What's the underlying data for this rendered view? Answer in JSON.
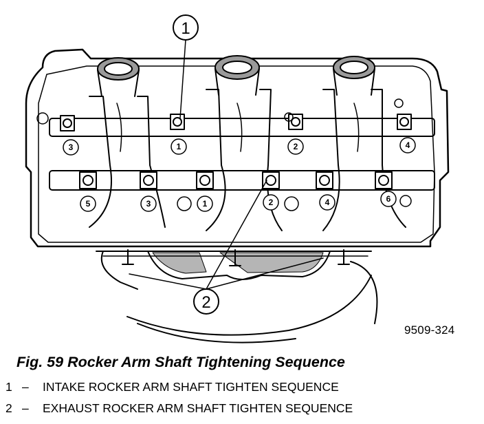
{
  "figure": {
    "id_label": "9509-324",
    "caption": "Fig. 59 Rocker Arm Shaft Tightening Sequence"
  },
  "callouts": {
    "one": "1",
    "two": "2"
  },
  "sequence": {
    "intake": [
      "1",
      "2",
      "3",
      "4"
    ],
    "exhaust": [
      "1",
      "2",
      "3",
      "4",
      "5",
      "6"
    ]
  },
  "legend": {
    "items": [
      {
        "num": "1",
        "dash": "–",
        "text": "INTAKE ROCKER ARM SHAFT TIGHTEN SEQUENCE"
      },
      {
        "num": "2",
        "dash": "–",
        "text": "EXHAUST ROCKER ARM SHAFT TIGHTEN SEQUENCE"
      }
    ]
  }
}
